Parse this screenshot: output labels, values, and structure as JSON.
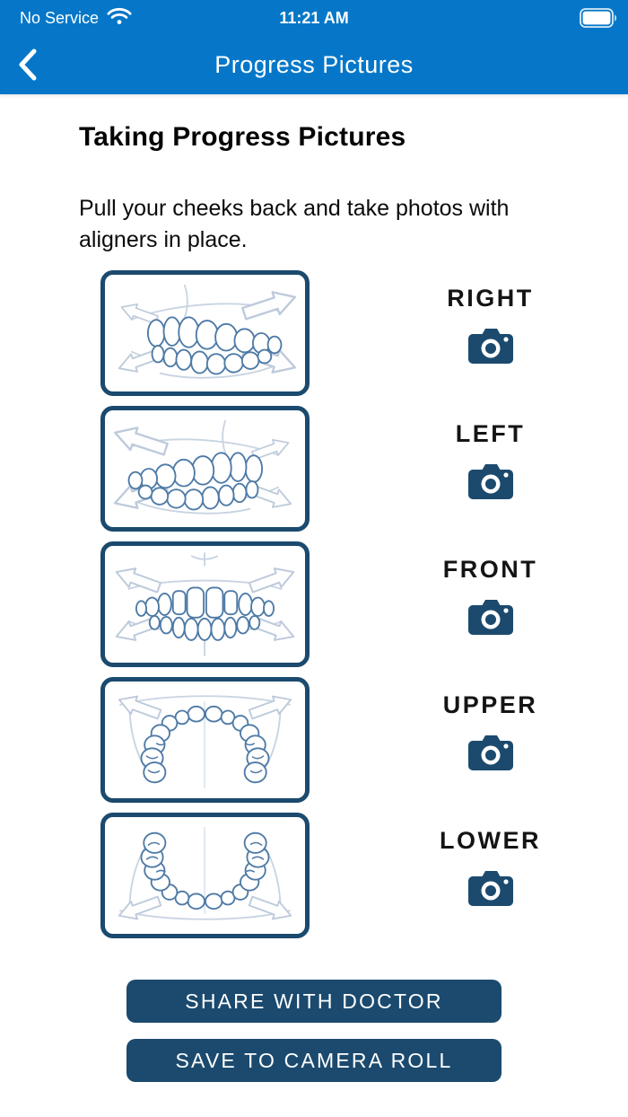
{
  "status_bar": {
    "carrier": "No Service",
    "time": "11:21 AM",
    "wifi_icon": "wifi-icon",
    "battery_icon": "battery-full-icon"
  },
  "nav_bar": {
    "back_icon": "chevron-left-icon",
    "title": "Progress Pictures"
  },
  "content": {
    "heading": "Taking Progress Pictures",
    "instructions": "Pull your cheeks back and take photos with aligners in place."
  },
  "photo_rows": [
    {
      "label": "RIGHT",
      "illustration": "right-side-teeth-illustration",
      "icon": "camera-icon"
    },
    {
      "label": "LEFT",
      "illustration": "left-side-teeth-illustration",
      "icon": "camera-icon"
    },
    {
      "label": "FRONT",
      "illustration": "front-teeth-illustration",
      "icon": "camera-icon"
    },
    {
      "label": "UPPER",
      "illustration": "upper-arch-teeth-illustration",
      "icon": "camera-icon"
    },
    {
      "label": "LOWER",
      "illustration": "lower-arch-teeth-illustration",
      "icon": "camera-icon"
    }
  ],
  "actions": {
    "share": "SHARE WITH DOCTOR",
    "save": "SAVE TO CAMERA ROLL"
  },
  "colors": {
    "header_blue": "#0677C8",
    "navy": "#1B4A6E",
    "teeth_line": "#4E7AA6",
    "sketch_line": "#C9D4E2"
  }
}
